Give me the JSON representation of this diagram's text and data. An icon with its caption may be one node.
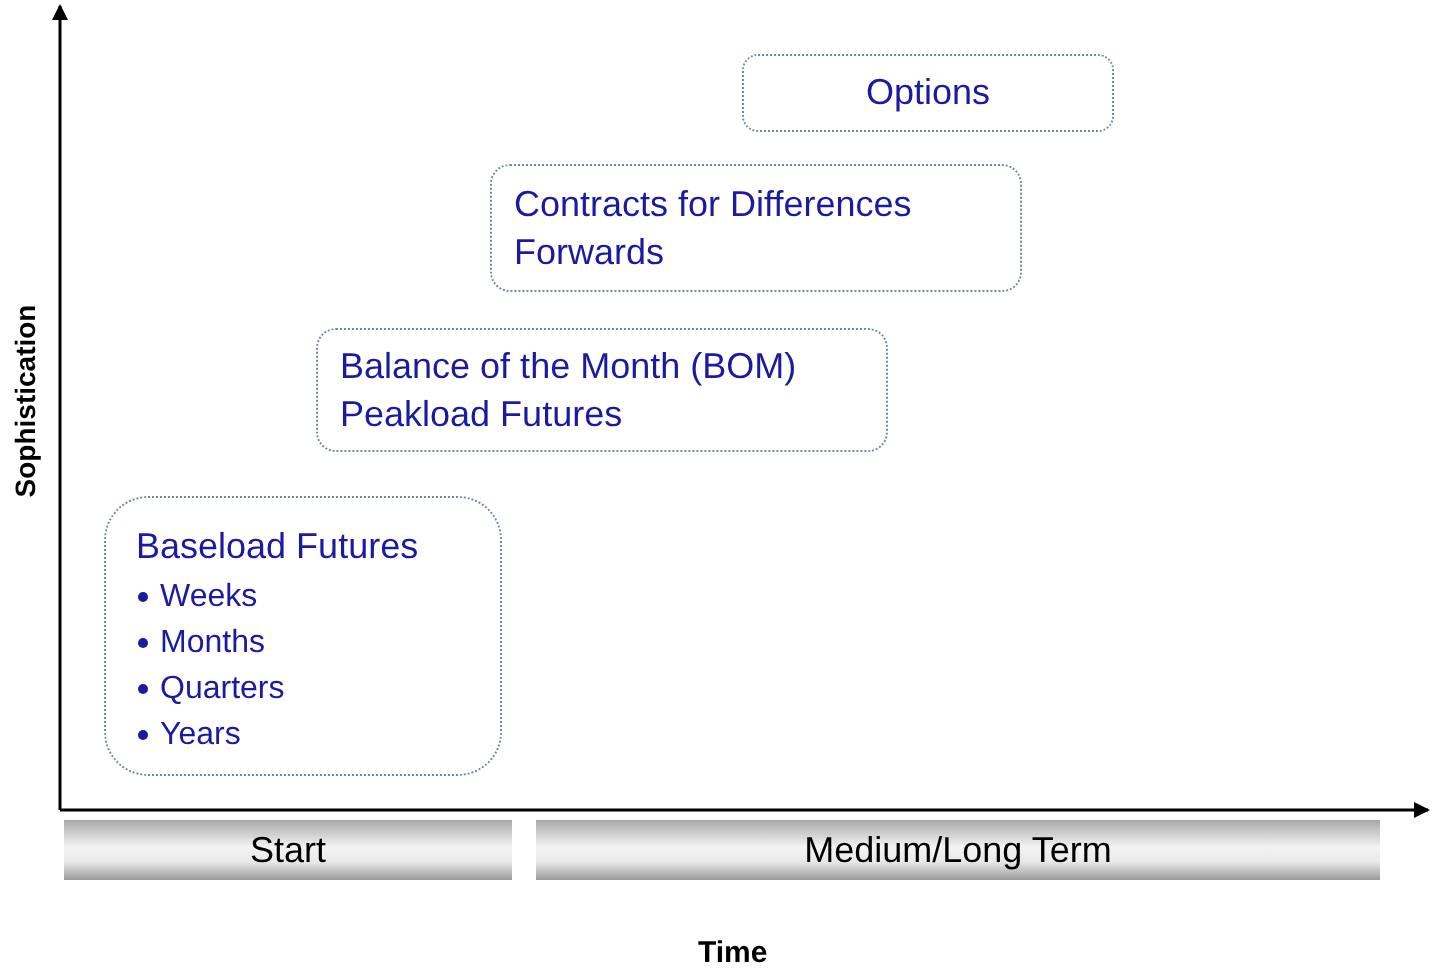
{
  "diagram": {
    "nodes": [
      {
        "text": [
          "Baseload Futures",
          "Weeks",
          "Months",
          "Quarters",
          "Years"
        ]
      },
      {
        "text": [
          "Balance of the Month (BOM)",
          "Peakload Futures"
        ]
      },
      {
        "text": [
          "Contracts for Differences",
          "Forwards"
        ]
      },
      {
        "text": [
          "Options"
        ]
      },
      {
        "text": [
          "Start"
        ]
      },
      {
        "text": [
          "Medium/Long Term"
        ]
      }
    ],
    "labels": [
      "Sophistication",
      "Time"
    ]
  }
}
